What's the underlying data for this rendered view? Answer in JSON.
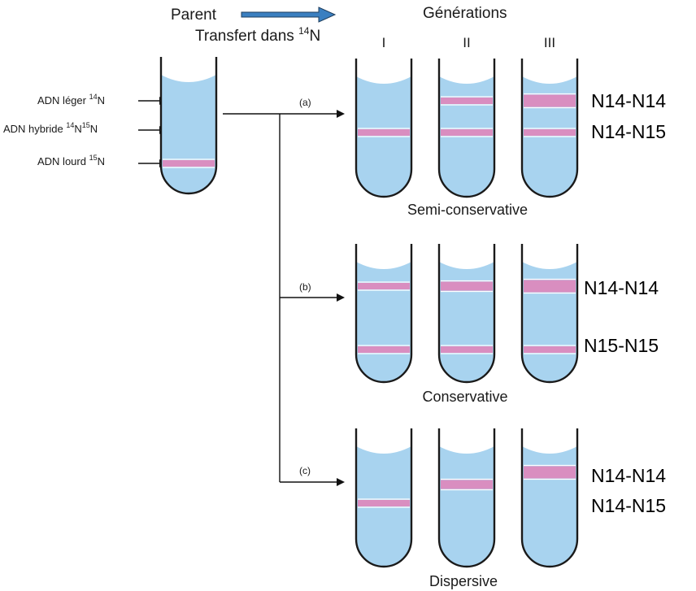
{
  "header": {
    "parent": "Parent",
    "transfer_text": "Transfert dans ",
    "transfer_sup": "14",
    "transfer_suffix": "N",
    "generations": "Générations",
    "gen_labels": [
      "I",
      "II",
      "III"
    ]
  },
  "parent_labels": [
    {
      "text": "ADN léger ",
      "sup1": "14",
      "mid": "N",
      "sup2": "",
      "end": ""
    },
    {
      "text": "ADN hybride ",
      "sup1": "14",
      "mid": "N",
      "sup2": "15",
      "end": "N"
    },
    {
      "text": "ADN lourd ",
      "sup1": "15",
      "mid": "N",
      "sup2": "",
      "end": ""
    }
  ],
  "branches": [
    {
      "letter": "(a)",
      "model": "Semi-conservative",
      "tubes": [
        {
          "bands": [
            {
              "level": "hybrid",
              "thickness": "thin"
            }
          ]
        },
        {
          "bands": [
            {
              "level": "light",
              "thickness": "thin"
            },
            {
              "level": "hybrid",
              "thickness": "thin"
            }
          ]
        },
        {
          "bands": [
            {
              "level": "light",
              "thickness": "thick"
            },
            {
              "level": "hybrid",
              "thickness": "thin"
            }
          ]
        }
      ],
      "annotations": [
        "N14-N14",
        "N14-N15"
      ]
    },
    {
      "letter": "(b)",
      "model": "Conservative",
      "tubes": [
        {
          "bands": [
            {
              "level": "light",
              "thickness": "thin"
            },
            {
              "level": "heavy",
              "thickness": "thin"
            }
          ]
        },
        {
          "bands": [
            {
              "level": "light",
              "thickness": "mid"
            },
            {
              "level": "heavy",
              "thickness": "thin"
            }
          ]
        },
        {
          "bands": [
            {
              "level": "light",
              "thickness": "thick"
            },
            {
              "level": "heavy",
              "thickness": "thin"
            }
          ]
        }
      ],
      "annotations": [
        "N14-N14",
        "N15-N15"
      ]
    },
    {
      "letter": "(c)",
      "model": "Dispersive",
      "tubes": [
        {
          "bands": [
            {
              "level": "d1",
              "thickness": "thin"
            }
          ]
        },
        {
          "bands": [
            {
              "level": "d2",
              "thickness": "mid"
            }
          ]
        },
        {
          "bands": [
            {
              "level": "d3",
              "thickness": "thick"
            }
          ]
        }
      ],
      "annotations": [
        "N14-N14",
        "N14-N15"
      ]
    }
  ],
  "colors": {
    "tube_fill": "#a8d3ef",
    "tube_outline": "#1a1a1a",
    "band": "#d98ec0",
    "arrow_fill": "#3a7fc0"
  }
}
